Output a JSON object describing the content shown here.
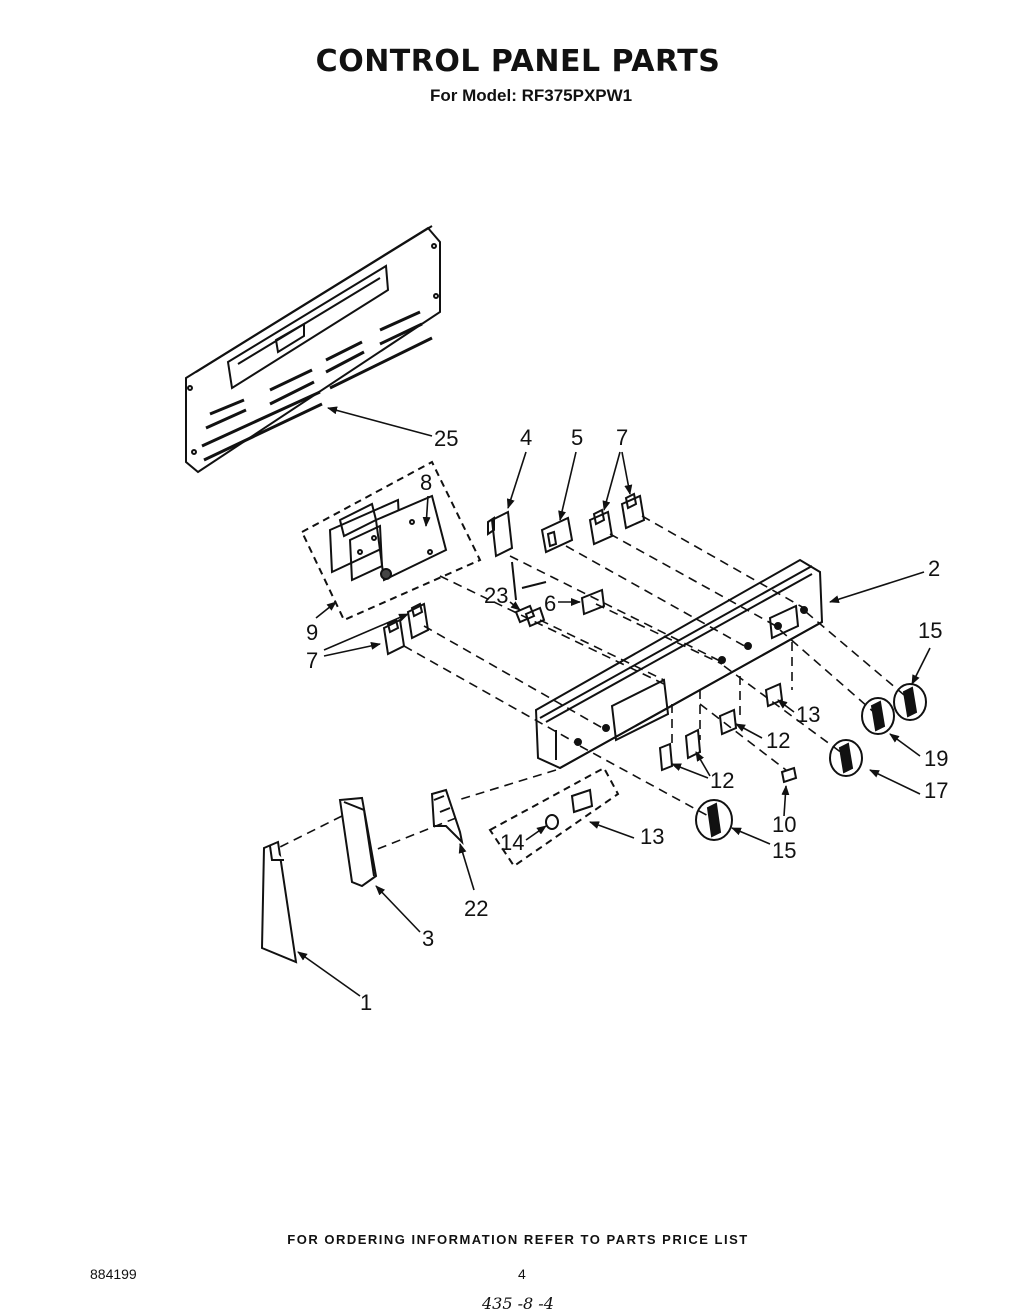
{
  "header": {
    "title": "CONTROL PANEL PARTS",
    "subtitle": "For Model: RF375PXPW1"
  },
  "callouts": [
    {
      "id": "c25",
      "text": "25"
    },
    {
      "id": "c4",
      "text": "4"
    },
    {
      "id": "c5",
      "text": "5"
    },
    {
      "id": "c7a",
      "text": "7"
    },
    {
      "id": "c8",
      "text": "8"
    },
    {
      "id": "c2",
      "text": "2"
    },
    {
      "id": "c23",
      "text": "23"
    },
    {
      "id": "c6",
      "text": "6"
    },
    {
      "id": "c9",
      "text": "9"
    },
    {
      "id": "c7b",
      "text": "7"
    },
    {
      "id": "c15a",
      "text": "15"
    },
    {
      "id": "c13a",
      "text": "13"
    },
    {
      "id": "c12a",
      "text": "12"
    },
    {
      "id": "c12b",
      "text": "12"
    },
    {
      "id": "c19",
      "text": "19"
    },
    {
      "id": "c17",
      "text": "17"
    },
    {
      "id": "c10",
      "text": "10"
    },
    {
      "id": "c14",
      "text": "14"
    },
    {
      "id": "c13b",
      "text": "13"
    },
    {
      "id": "c15b",
      "text": "15"
    },
    {
      "id": "c22",
      "text": "22"
    },
    {
      "id": "c3",
      "text": "3"
    },
    {
      "id": "c1",
      "text": "1"
    }
  ],
  "footer": {
    "ordering_note": "FOR ORDERING INFORMATION REFER TO PARTS PRICE LIST",
    "doc_number": "884199",
    "page_number": "4",
    "handwritten": "435 -8 -4"
  }
}
